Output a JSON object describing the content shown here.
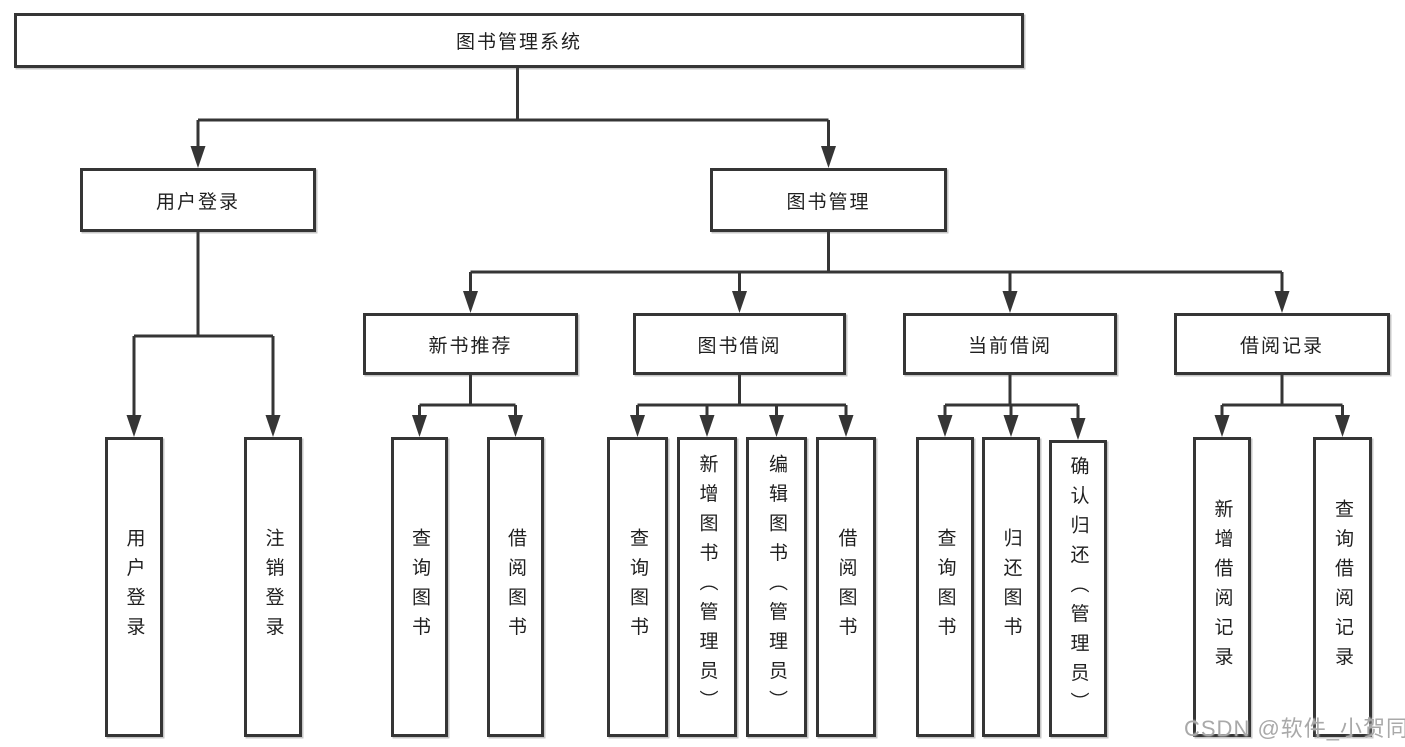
{
  "colors": {
    "line": "#353535",
    "box_border": "#353535",
    "text": "#1f1f1f",
    "watermark": "#a9a9a9",
    "background": "#ffffff"
  },
  "watermark": {
    "text": "CSDN @软件_小贺同学"
  },
  "tree": {
    "label": "图书管理系统",
    "children": [
      {
        "label": "用户登录",
        "children": [
          {
            "label": "用户登录"
          },
          {
            "label": "注销登录"
          }
        ]
      },
      {
        "label": "图书管理",
        "children": [
          {
            "label": "新书推荐",
            "children": [
              {
                "label": "查询图书"
              },
              {
                "label": "借阅图书"
              }
            ]
          },
          {
            "label": "图书借阅",
            "children": [
              {
                "label": "查询图书"
              },
              {
                "label": "新增图书（管理员）"
              },
              {
                "label": "编辑图书（管理员）"
              },
              {
                "label": "借阅图书"
              }
            ]
          },
          {
            "label": "当前借阅",
            "children": [
              {
                "label": "查询图书"
              },
              {
                "label": "归还图书"
              },
              {
                "label": "确认归还（管理员）"
              }
            ]
          },
          {
            "label": "借阅记录",
            "children": [
              {
                "label": "新增借阅记录"
              },
              {
                "label": "查询借阅记录"
              }
            ]
          }
        ]
      }
    ]
  }
}
